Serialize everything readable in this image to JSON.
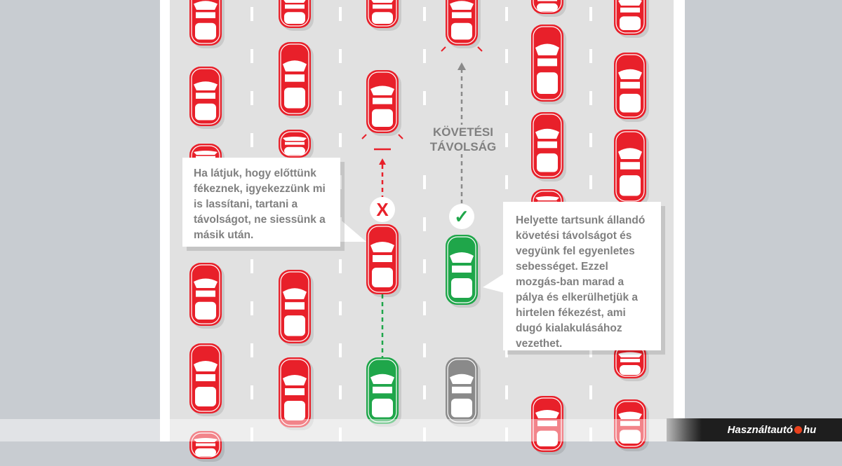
{
  "label_distance": [
    "KÖVETÉSI",
    "TÁVOLSÁG"
  ],
  "left_box_text": "Ha látjuk, hogy előttünk fékeznek, igyekezzünk mi is lassítani, tartani a távolságot, ne siessünk a másik után.",
  "right_box_text": "Helyette tartsunk állandó követési távolságot és vegyünk fel egyenletes sebességet. Ezzel mozgás-ban marad a pálya és elkerülhetjük a hirtelen fékezést, ami dugó kialakulásához vezethet.",
  "wrong_mark": "X",
  "right_mark": "✓",
  "logo": {
    "part1": "Használtautó",
    "part2": "hu"
  },
  "colors": {
    "red": "#e8202a",
    "green": "#1fa64a",
    "gray": "#8a8a8a",
    "text": "#808080"
  }
}
